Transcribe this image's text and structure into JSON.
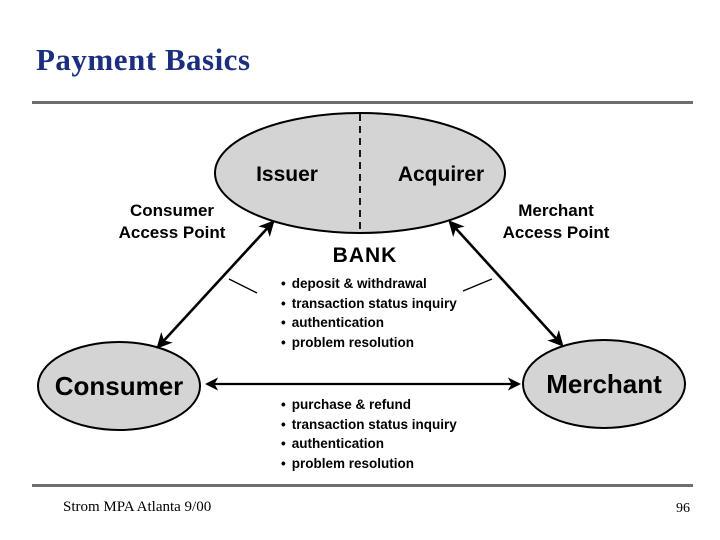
{
  "slide": {
    "title": "Payment Basics",
    "footer_left": "Strom MPA Atlanta 9/00",
    "page_number": "96"
  },
  "diagram": {
    "bullet_glyph": "•",
    "bank_ellipse": {
      "left_label": "Issuer",
      "right_label": "Acquirer",
      "caption": "BANK"
    },
    "consumer_access_point": {
      "line1": "Consumer",
      "line2": "Access Point"
    },
    "merchant_access_point": {
      "line1": "Merchant",
      "line2": "Access Point"
    },
    "consumer_node": "Consumer",
    "merchant_node": "Merchant",
    "bank_services": [
      "deposit & withdrawal",
      "transaction status inquiry",
      "authentication",
      "problem resolution"
    ],
    "direct_services": [
      "purchase & refund",
      "transaction status inquiry",
      "authentication",
      "problem resolution"
    ]
  },
  "colors": {
    "title_text": "#1C2E80",
    "ellipse_fill": "#D4D4D4",
    "ellipse_stroke": "#000000",
    "rule": "#6E6E6E",
    "body_text": "#000000"
  }
}
